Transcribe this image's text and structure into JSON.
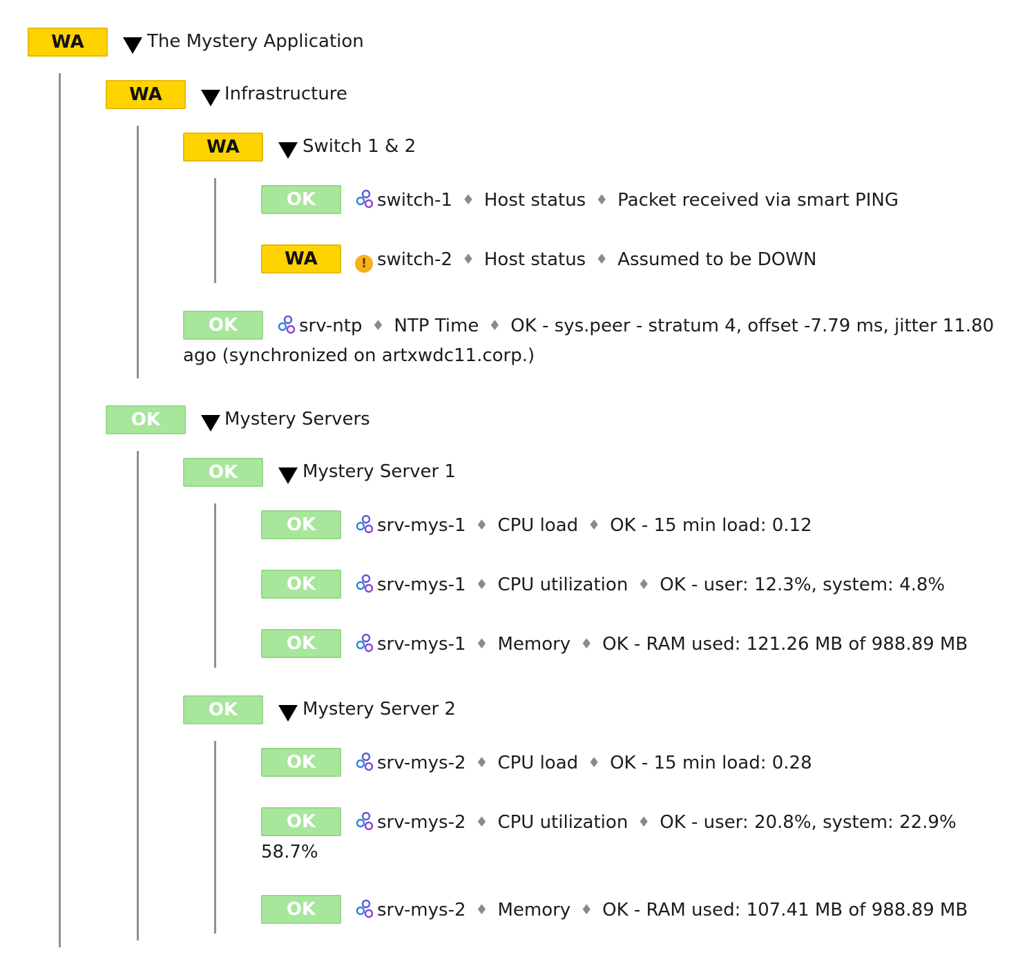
{
  "root": {
    "state": "WA",
    "title": "The Mystery Application",
    "infrastructure": {
      "state": "WA",
      "title": "Infrastructure",
      "switches": {
        "state": "WA",
        "title": "Switch 1 & 2",
        "items": [
          {
            "state": "OK",
            "host": "switch-1",
            "service": "Host status",
            "output": "Packet received via smart PING",
            "icon": "service-gears-icon"
          },
          {
            "state": "WA",
            "host": "switch-2",
            "service": "Host status",
            "output": "Assumed to be DOWN",
            "icon": "warning-icon"
          }
        ]
      },
      "ntp": {
        "state": "OK",
        "host": "srv-ntp",
        "service": "NTP Time",
        "output": "OK - sys.peer - stratum 4, offset -7.79 ms, jitter 11.80",
        "output_cont": "ago (synchronized on artxwdc11.corp.)",
        "icon": "service-gears-icon"
      }
    },
    "servers": {
      "state": "OK",
      "title": "Mystery Servers",
      "server1": {
        "state": "OK",
        "title": "Mystery Server 1",
        "items": [
          {
            "state": "OK",
            "host": "srv-mys-1",
            "service": "CPU load",
            "output": "OK - 15 min load: 0.12"
          },
          {
            "state": "OK",
            "host": "srv-mys-1",
            "service": "CPU utilization",
            "output": "OK - user: 12.3%, system: 4.8%"
          },
          {
            "state": "OK",
            "host": "srv-mys-1",
            "service": "Memory",
            "output": "OK - RAM used: 121.26 MB of 988.89 MB"
          }
        ]
      },
      "server2": {
        "state": "OK",
        "title": "Mystery Server 2",
        "items": [
          {
            "state": "OK",
            "host": "srv-mys-2",
            "service": "CPU load",
            "output": "OK - 15 min load: 0.28"
          },
          {
            "state": "OK",
            "host": "srv-mys-2",
            "service": "CPU utilization",
            "output": "OK - user: 20.8%, system: 22.9%",
            "output_cont": "58.7%"
          },
          {
            "state": "OK",
            "host": "srv-mys-2",
            "service": "Memory",
            "output": "OK - RAM used: 107.41 MB of 988.89 MB"
          }
        ]
      }
    }
  },
  "colors": {
    "warn": "#ffd300",
    "ok": "#a8e69c",
    "tree_line": "#8f8f8f"
  },
  "separator": "♦"
}
